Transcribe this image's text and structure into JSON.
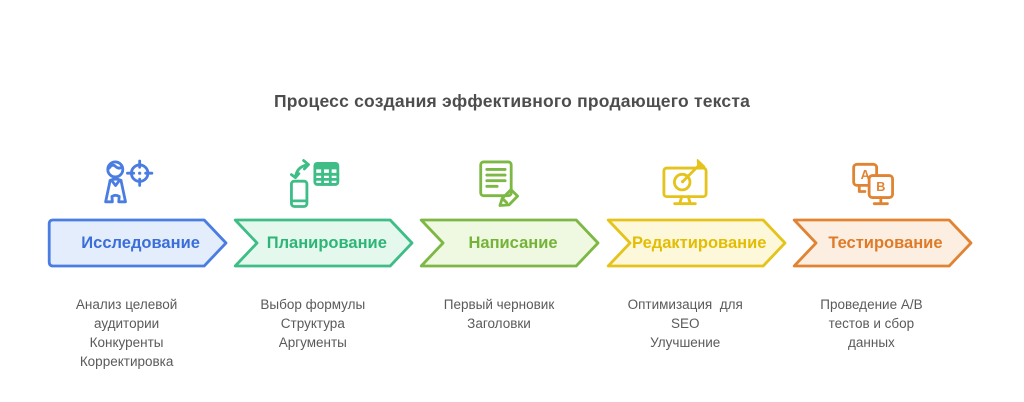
{
  "title": "Процесс создания эффективного продающего текста",
  "title_color": "#4d4d4d",
  "desc_color": "#5a5a5a",
  "stages": [
    {
      "label": "Исследование",
      "accent": "#4a7de2",
      "bg": "#e4edfb",
      "label_color": "#3a6ed8",
      "icon": "person-target-icon",
      "desc_lines": [
        "Анализ целевой",
        "аудитории",
        "Конкуренты",
        "Корректировка"
      ]
    },
    {
      "label": "Планирование",
      "accent": "#3ebd86",
      "bg": "#e5f8ed",
      "label_color": "#2db578",
      "icon": "phone-to-table-icon",
      "desc_lines": [
        "Выбор формулы",
        "Структура",
        "Аргументы"
      ]
    },
    {
      "label": "Написание",
      "accent": "#7cb843",
      "bg": "#eff8e1",
      "label_color": "#74b338",
      "icon": "document-pencil-icon",
      "desc_lines": [
        "Первый черновик",
        "Заголовки"
      ]
    },
    {
      "label": "Редактирование",
      "accent": "#e5c31a",
      "bg": "#fcf8d9",
      "label_color": "#e2bd04",
      "icon": "monitor-dart-icon",
      "desc_lines": [
        "Оптимизация  для",
        "SEO",
        "Улучшение"
      ]
    },
    {
      "label": "Тестирование",
      "accent": "#e08433",
      "bg": "#fceee0",
      "label_color": "#df7b28",
      "icon": "ab-test-monitors-icon",
      "desc_lines": [
        "Проведение A/B",
        "тестов и сбор",
        "данных"
      ]
    }
  ]
}
